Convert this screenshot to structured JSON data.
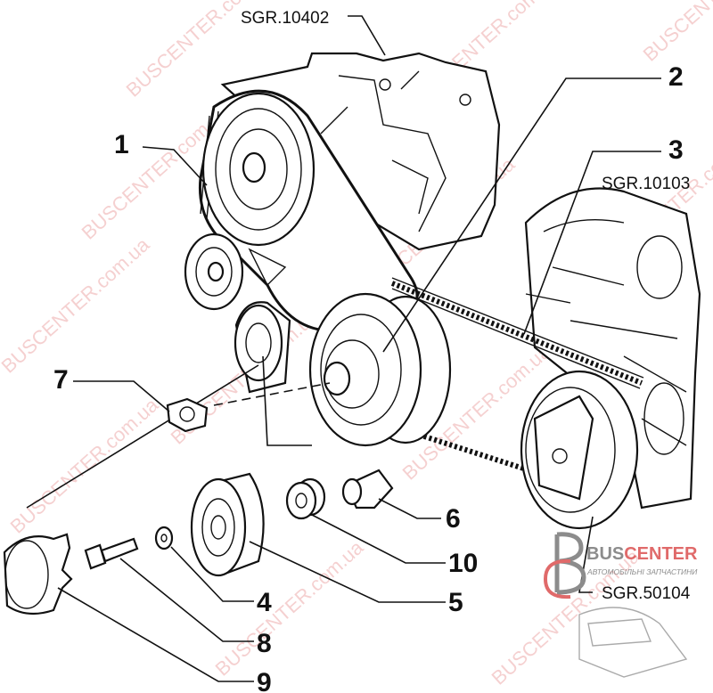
{
  "diagram": {
    "references": {
      "top": "SGR.10402",
      "right": "SGR.10103",
      "bottom": "SGR.50104"
    },
    "callouts": [
      "1",
      "2",
      "3",
      "4",
      "5",
      "6",
      "7",
      "8",
      "9",
      "10"
    ],
    "watermark": "BUSCENTER.com.ua",
    "logo": {
      "brand_a": "BUS",
      "brand_b": "CENTER",
      "tagline": "АВТОМОБІЛЬНІ ЗАПЧАСТИНИ",
      "colors": {
        "gray": "#8c8c8c",
        "red": "#e06a6a"
      }
    }
  }
}
